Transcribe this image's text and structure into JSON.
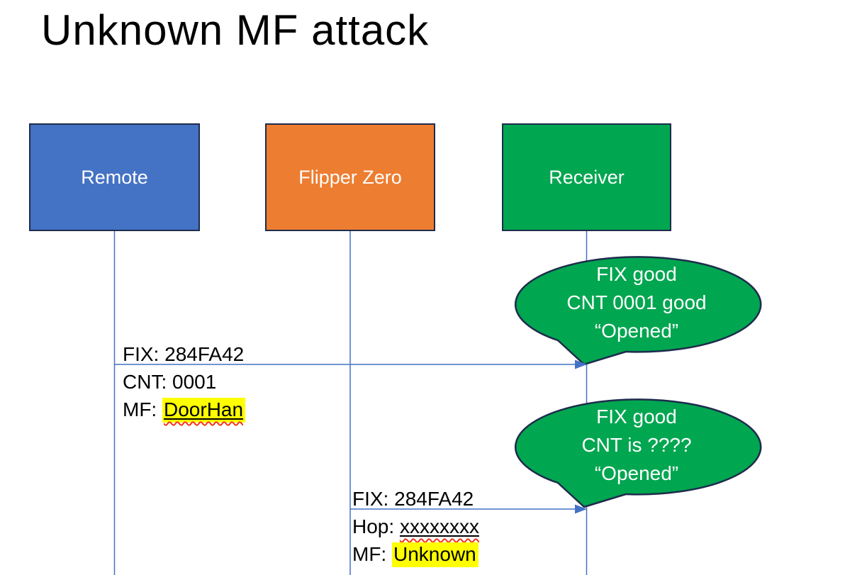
{
  "title": "Unknown MF attack",
  "actors": [
    {
      "name": "Remote",
      "color": "#4472C4"
    },
    {
      "name": "Flipper Zero",
      "color": "#ED7D31"
    },
    {
      "name": "Receiver",
      "color": "#00A650"
    }
  ],
  "messages": [
    {
      "from": "Remote",
      "to": "Receiver",
      "line1": "FIX: 284FA42",
      "line2": "CNT: 0001",
      "line3_prefix": "MF: ",
      "line3_value": "DoorHan"
    },
    {
      "from": "Flipper Zero",
      "to": "Receiver",
      "line1": "FIX: 284FA42",
      "line2_prefix": "Hop: ",
      "line2_value": "xxxxxxxx",
      "line3_prefix": "MF: ",
      "line3_value": "Unknown"
    }
  ],
  "callouts": [
    {
      "line1": "FIX good",
      "line2": "CNT 0001 good",
      "line3": "“Opened”"
    },
    {
      "line1": "FIX good",
      "line2": "CNT is ????",
      "line3": "“Opened”"
    }
  ],
  "colors": {
    "actor_blue": "#4472C4",
    "actor_orange": "#ED7D31",
    "actor_green": "#00A650",
    "bubble_green": "#00A650",
    "shape_border": "#1E2C4C",
    "connector_blue": "#4472C4",
    "highlight_yellow": "#FFFF00",
    "squiggle_red": "#F4331C",
    "title_black": "#000000"
  }
}
